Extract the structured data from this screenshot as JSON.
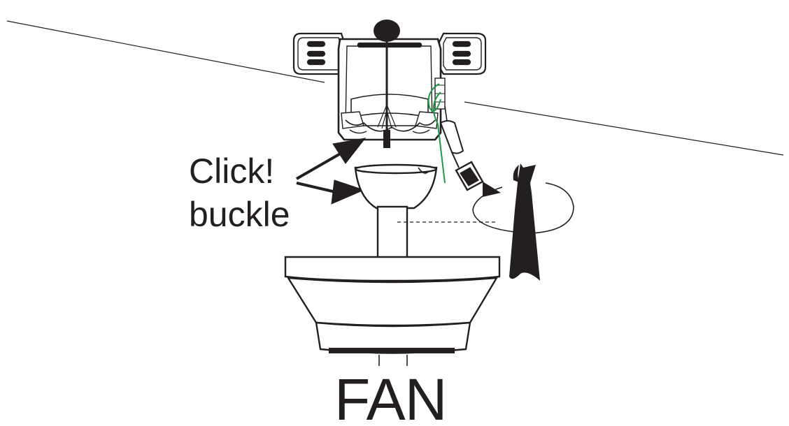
{
  "labels": {
    "click": "Click!",
    "buckle": "buckle",
    "fan": "FAN"
  },
  "colors": {
    "ink": "#231f20",
    "ground_wire": "#1e9a45",
    "background": "#ffffff"
  },
  "icons": {
    "click_arrows": "double-arrow-icon",
    "rotation": "rotate-clockwise-icon"
  }
}
